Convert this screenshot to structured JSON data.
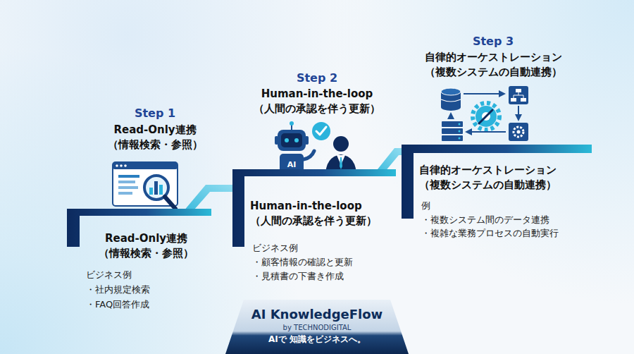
{
  "diagram": {
    "nodes": [
      {
        "text": [
          "Step 1",
          "Read-Only連携 （情報検索・参照）",
          "Read-Only連携 （情報検索・参照）",
          "ビジネス例",
          "・社内規定検索",
          "・FAQ回答作成"
        ]
      },
      {
        "text": [
          "Step 2",
          "Human-in-the-loop （人間の承認を伴う更新）",
          "Human-in-the-loop （人間の承認を伴う更新）",
          "ビジネス例",
          "・顧客情報の確認と更新",
          "・見積書の下書き作成"
        ]
      },
      {
        "text": [
          "Step 3",
          "自律的オーケストレーション （複数システムの自動連携）",
          "自律的オーケストレーション （複数システムの自動連携）",
          "例",
          "・複数システム間のデータ連携",
          "・複雑な業務プロセスの自動実行"
        ]
      },
      {
        "text": [
          "AI KnowledgeFlow",
          "by TECHNODIGITAL",
          "AIで 知識をビジネスへ。"
        ]
      }
    ],
    "labels": [
      "AI"
    ]
  }
}
